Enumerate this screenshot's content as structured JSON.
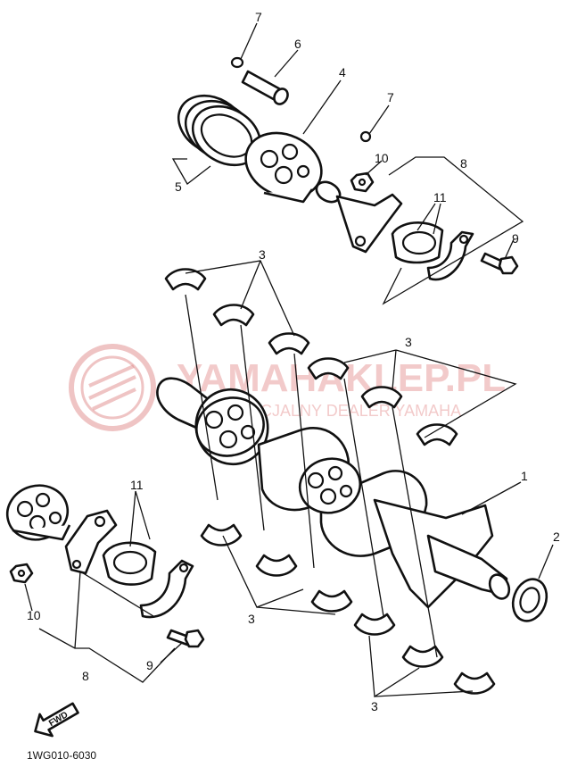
{
  "diagram": {
    "watermark": {
      "brand": "YAMAHAKLEP.PL",
      "tagline": "OFICJALNY DEALER YAMAHA",
      "color": "#e05a5a"
    },
    "fwd_label": "FWD",
    "drawing_code": "1WG010-6030",
    "callouts": [
      "7",
      "6",
      "4",
      "7",
      "10",
      "8",
      "5",
      "11",
      "9",
      "3",
      "3",
      "1",
      "11",
      "2",
      "10",
      "8",
      "9",
      "3"
    ]
  }
}
